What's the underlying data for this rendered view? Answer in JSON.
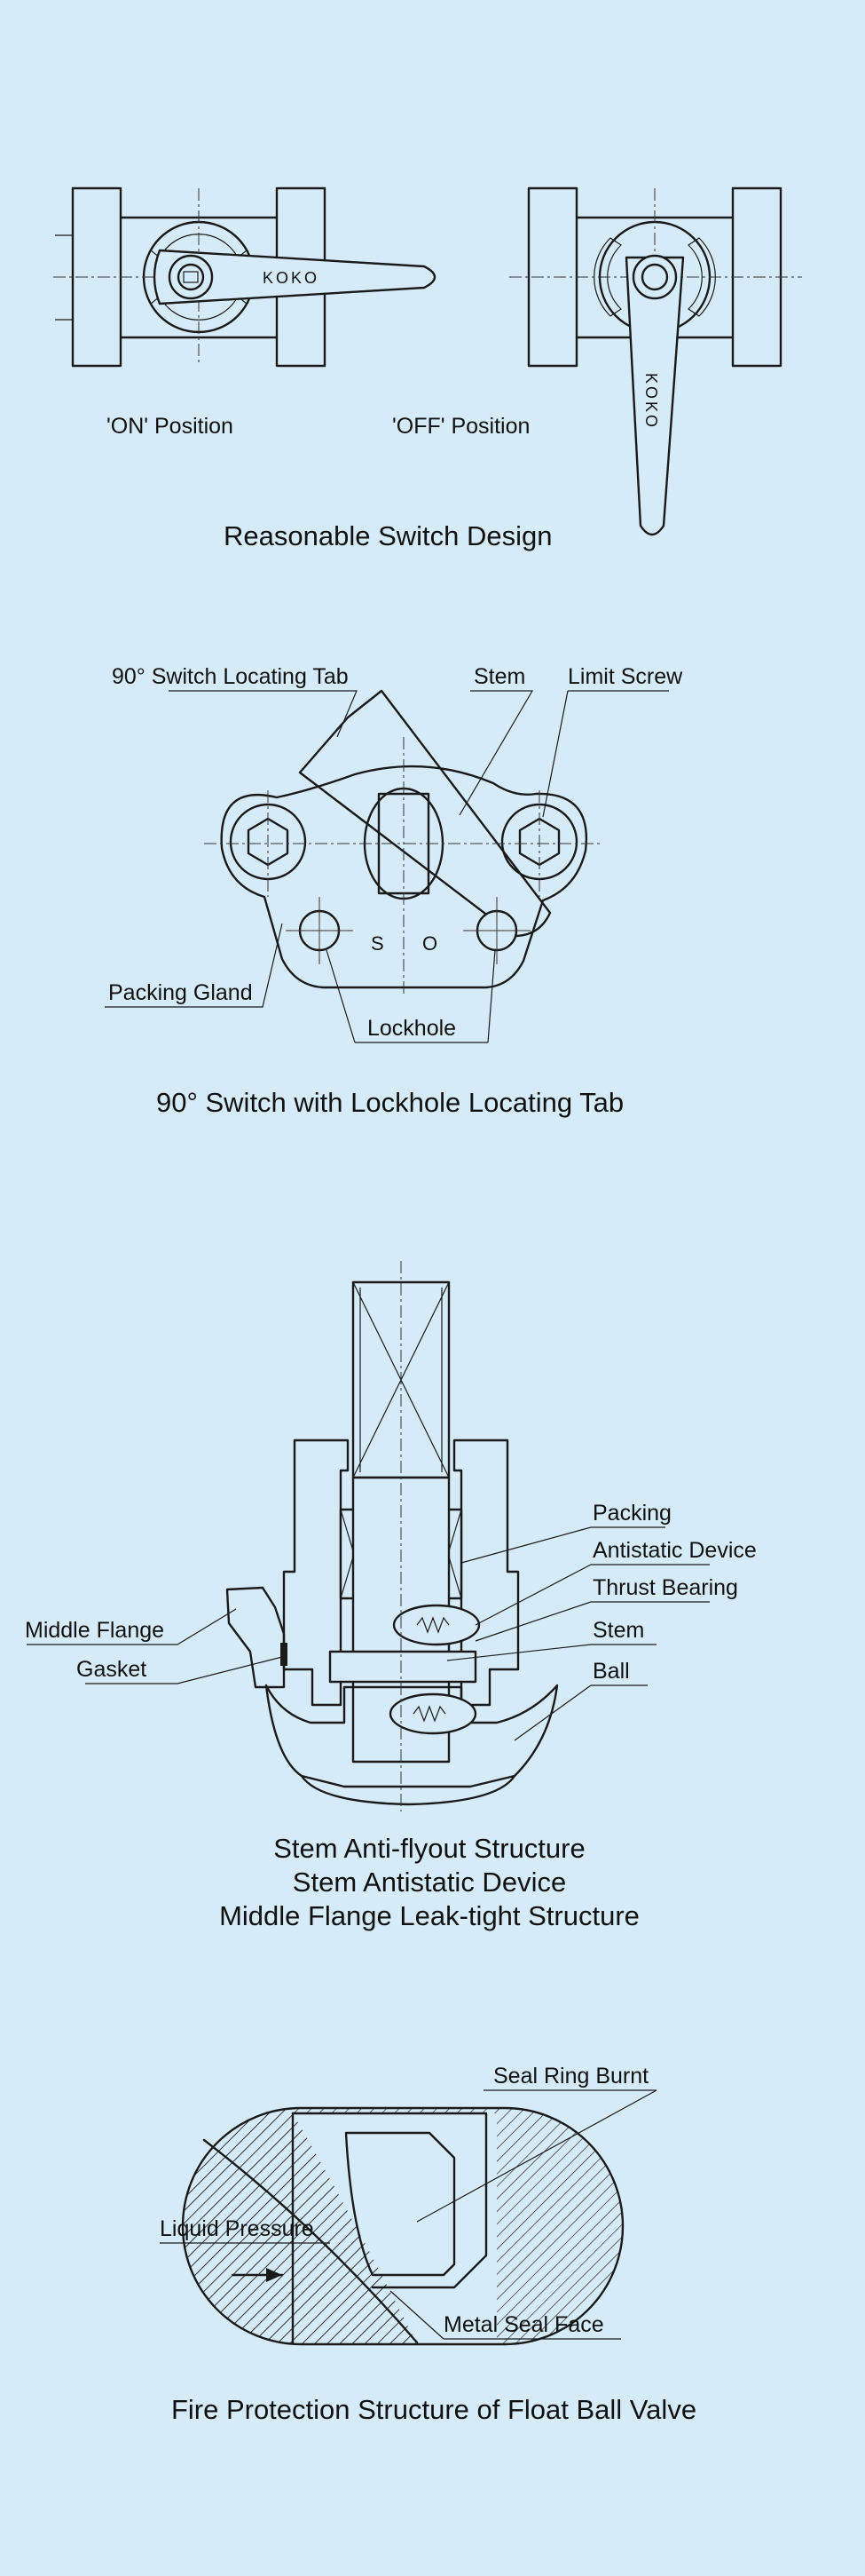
{
  "switch_section": {
    "brand_mark": "KOKO",
    "on_label": "'ON' Position",
    "off_label": "'OFF' Position",
    "caption": "Reasonable Switch Design"
  },
  "lock_section": {
    "label_tab": "90°  Switch Locating Tab",
    "label_stem": "Stem",
    "label_limit_screw": "Limit Screw",
    "label_packing_gland": "Packing Gland",
    "label_lockhole": "Lockhole",
    "mark_s": "S",
    "mark_o": "O",
    "caption": "90°  Switch with Lockhole Locating Tab"
  },
  "stem_section": {
    "label_packing": "Packing",
    "label_antistatic": "Antistatic Device",
    "label_thrust": "Thrust Bearing",
    "label_stem": "Stem",
    "label_ball": "Ball",
    "label_middle_flange": "Middle Flange",
    "label_gasket": "Gasket",
    "caption_line1": "Stem Anti-flyout Structure",
    "caption_line2": "Stem Antistatic Device",
    "caption_line3": "Middle Flange Leak-tight Structure"
  },
  "fire_section": {
    "label_seal_ring": "Seal Ring Burnt",
    "label_liquid": "Liquid Pressure",
    "label_metal_seal": "Metal Seal Face",
    "caption": "Fire Protection Structure of Float Ball Valve"
  },
  "colors": {
    "background": "#d6ebf8",
    "line": "#1a1a1a"
  }
}
